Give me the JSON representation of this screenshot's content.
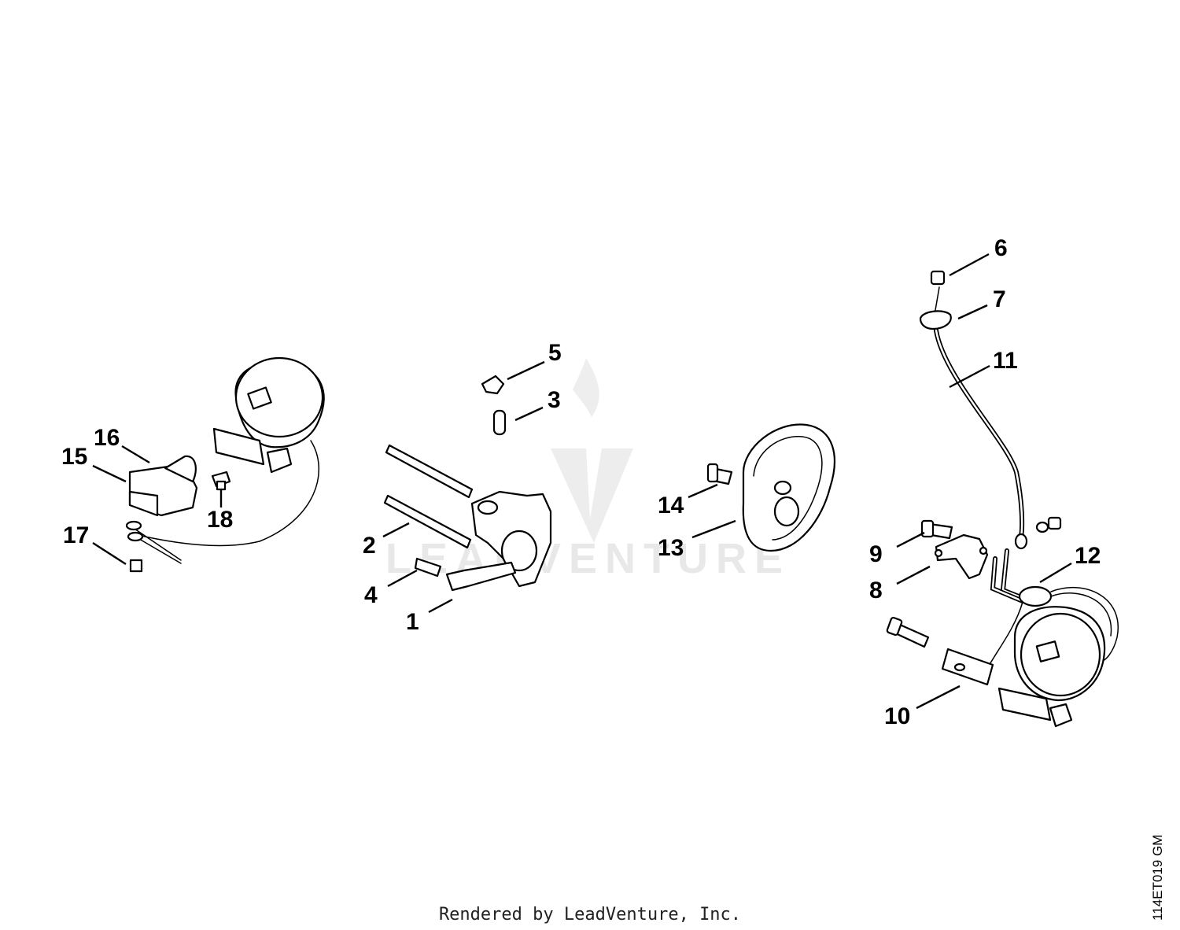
{
  "watermark": {
    "text": "LEADVENTURE"
  },
  "callouts": {
    "c1": "1",
    "c2": "2",
    "c3": "3",
    "c4": "4",
    "c5": "5",
    "c6": "6",
    "c7": "7",
    "c8": "8",
    "c9": "9",
    "c10": "10",
    "c11": "11",
    "c12": "12",
    "c13": "13",
    "c14": "14",
    "c15": "15",
    "c16": "16",
    "c17": "17",
    "c18": "18"
  },
  "footer": {
    "credit": "Rendered by LeadVenture, Inc."
  },
  "drawing_code": "114ET019 GM"
}
